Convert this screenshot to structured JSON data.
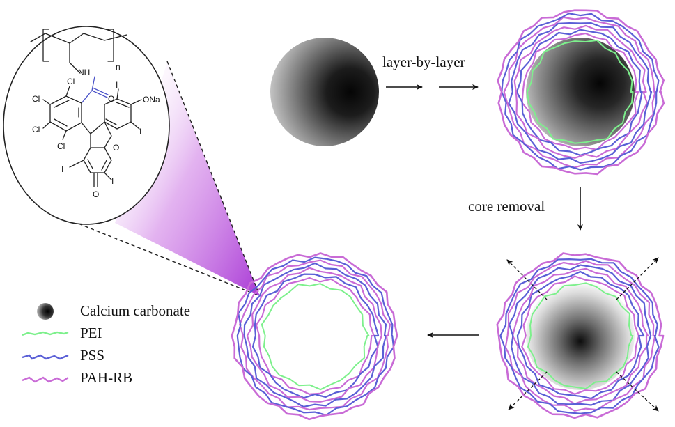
{
  "labels": {
    "step1": "layer-by-layer",
    "step2": "core removal"
  },
  "legend": [
    {
      "key": "core",
      "label": "Calcium carbonate"
    },
    {
      "key": "pei",
      "label": "PEI",
      "color": "#7df08c"
    },
    {
      "key": "pss",
      "label": "PSS",
      "color": "#5a5fd6"
    },
    {
      "key": "pah",
      "label": "PAH-RB",
      "color": "#c96bd6"
    }
  ],
  "colors": {
    "pei": "#7df08c",
    "pss": "#5a5fd6",
    "pah": "#c96bd6",
    "magnify": "#b042d8",
    "bond_amide": "#4a52c8"
  },
  "structure": {
    "repeat_index": "n",
    "atoms": {
      "nh": "NH",
      "o_amide": "O",
      "cl1": "Cl",
      "cl2": "Cl",
      "cl3": "Cl",
      "cl4": "Cl",
      "i1": "I",
      "i2": "I",
      "i3": "I",
      "i4": "I",
      "ona": "ONa",
      "o_ring": "O",
      "o_keto": "O"
    }
  }
}
